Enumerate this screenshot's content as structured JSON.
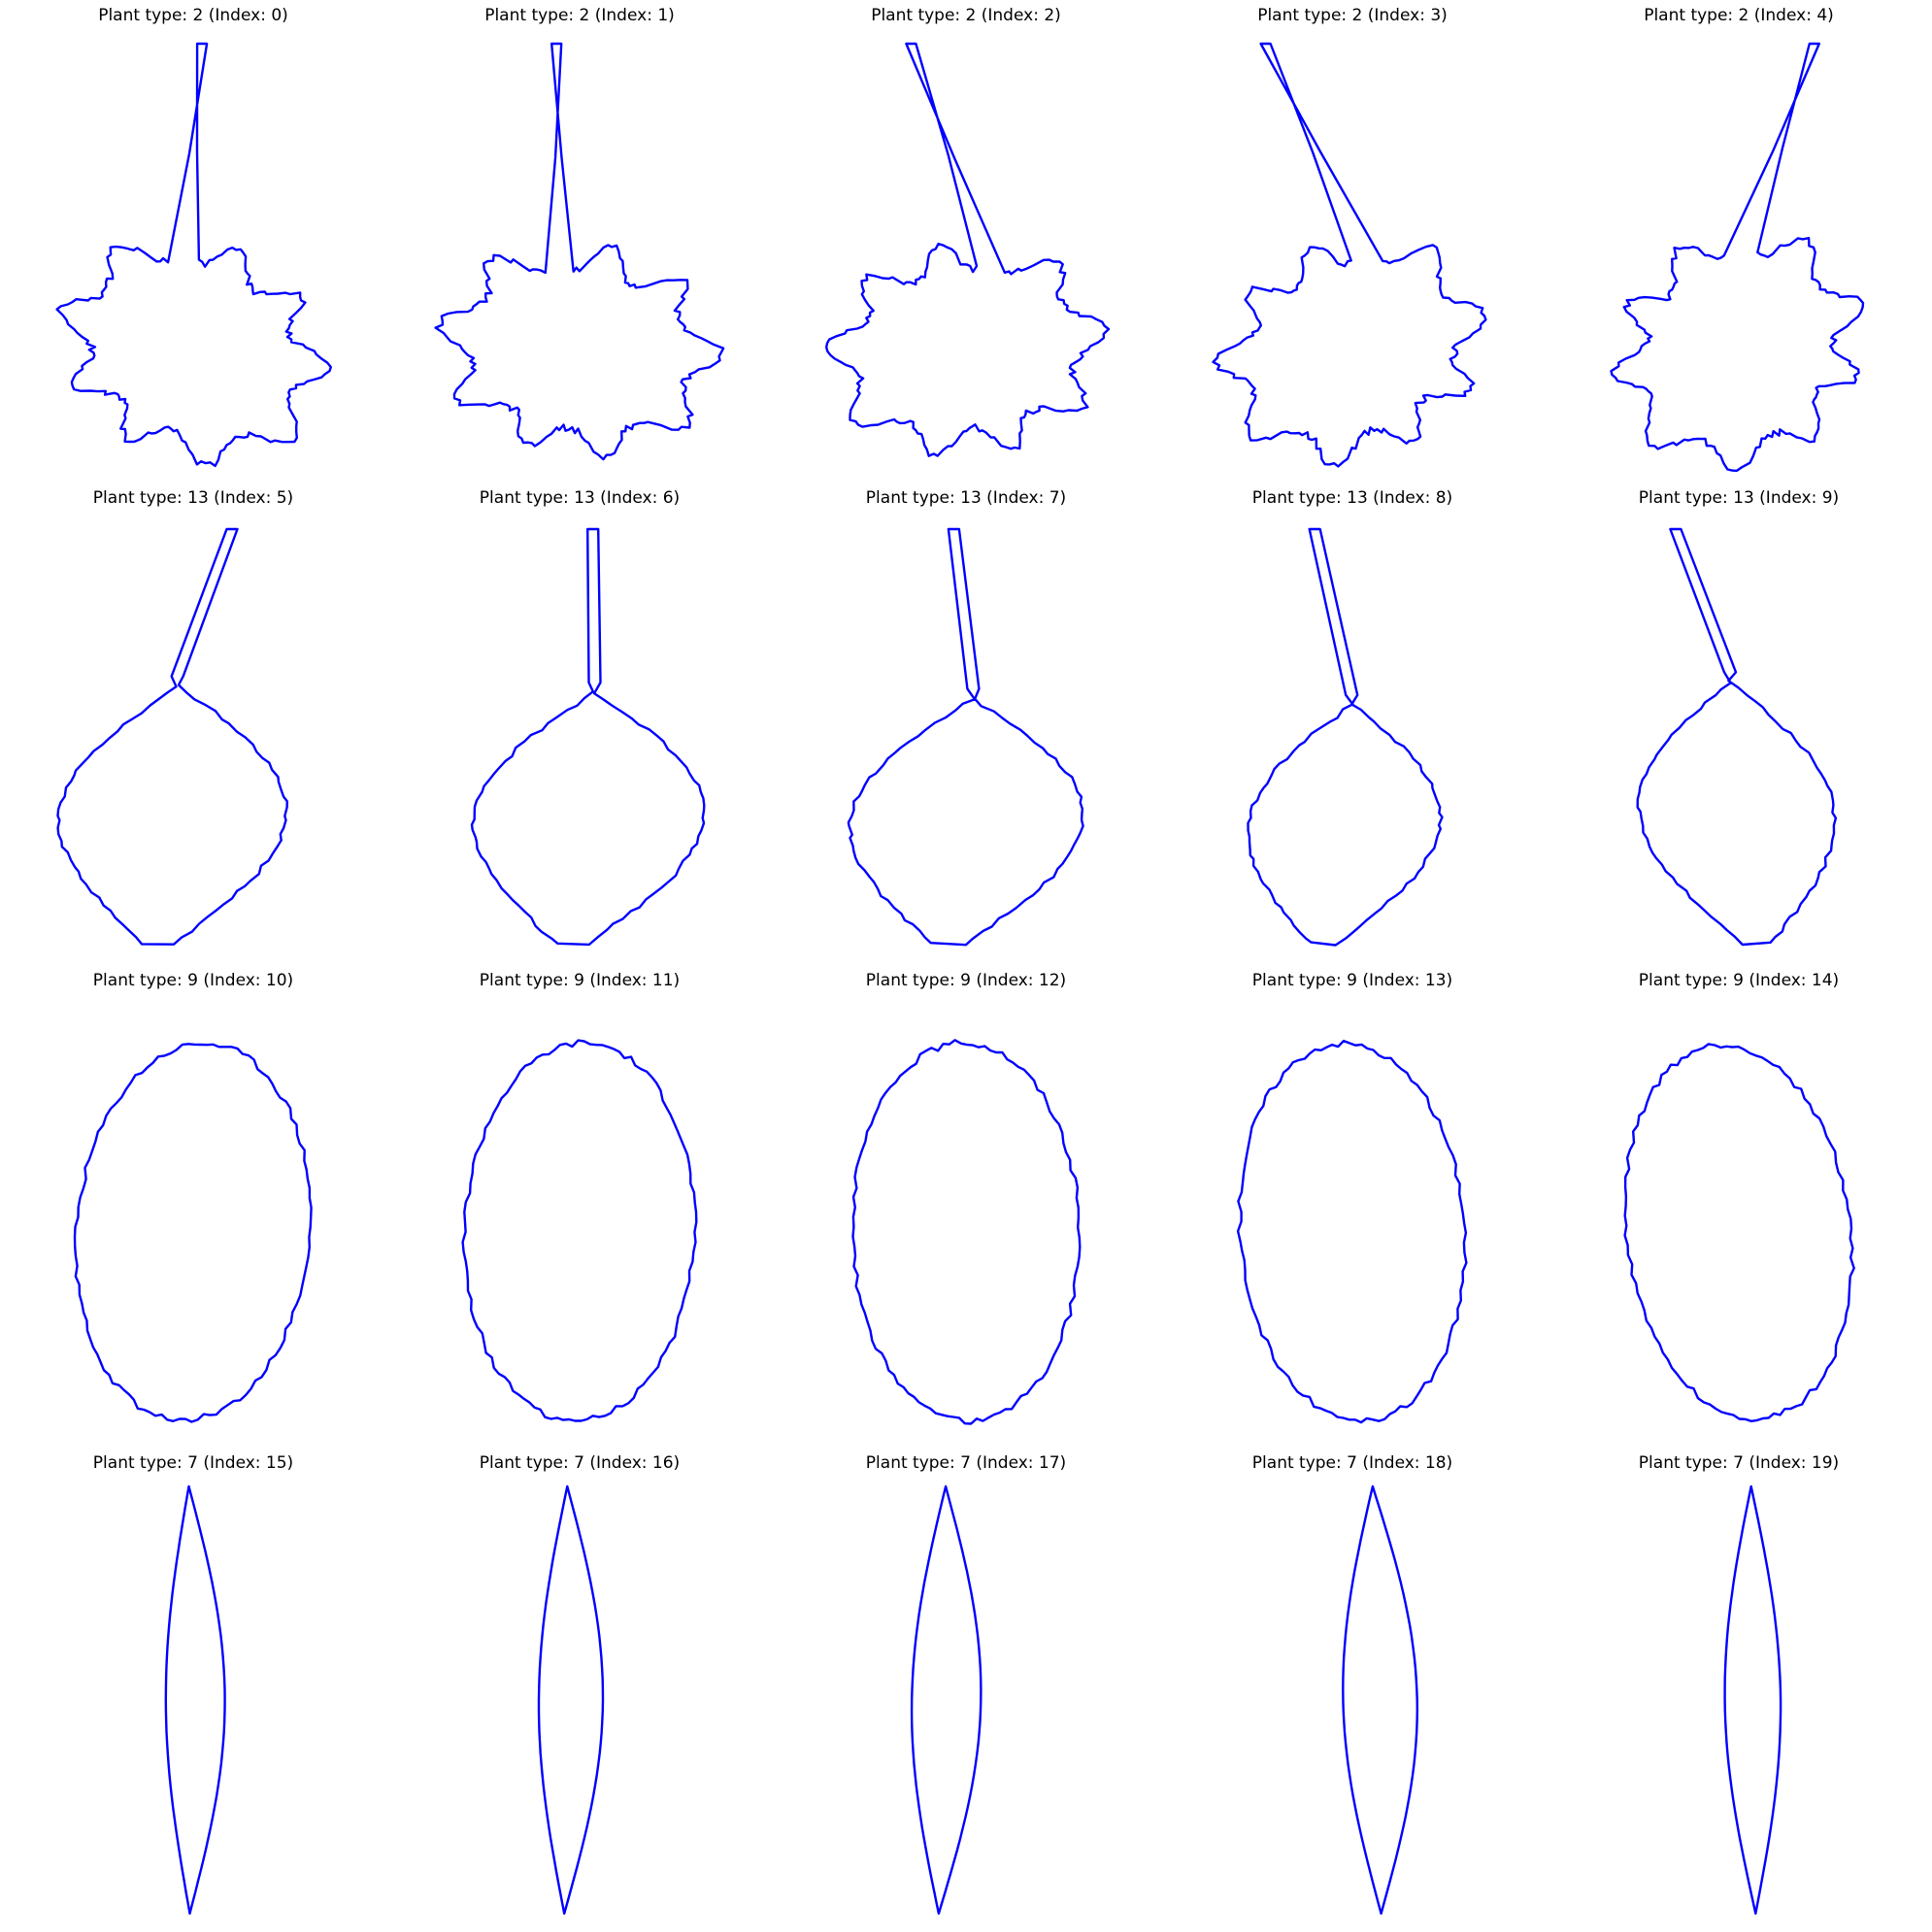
{
  "figure": {
    "outline_color": "#0000ff",
    "panels": [
      {
        "title": "Plant type: 2 (Index: 0)",
        "plant_type": 2,
        "index": 0,
        "shape": "palmate-lobed"
      },
      {
        "title": "Plant type: 2 (Index: 1)",
        "plant_type": 2,
        "index": 1,
        "shape": "palmate-lobed"
      },
      {
        "title": "Plant type: 2 (Index: 2)",
        "plant_type": 2,
        "index": 2,
        "shape": "palmate-lobed"
      },
      {
        "title": "Plant type: 2 (Index: 3)",
        "plant_type": 2,
        "index": 3,
        "shape": "palmate-lobed"
      },
      {
        "title": "Plant type: 2 (Index: 4)",
        "plant_type": 2,
        "index": 4,
        "shape": "palmate-lobed"
      },
      {
        "title": "Plant type: 13 (Index: 5)",
        "plant_type": 13,
        "index": 5,
        "shape": "heart-ovate-with-long-petiole"
      },
      {
        "title": "Plant type: 13 (Index: 6)",
        "plant_type": 13,
        "index": 6,
        "shape": "heart-ovate-with-long-petiole"
      },
      {
        "title": "Plant type: 13 (Index: 7)",
        "plant_type": 13,
        "index": 7,
        "shape": "heart-ovate-with-long-petiole"
      },
      {
        "title": "Plant type: 13 (Index: 8)",
        "plant_type": 13,
        "index": 8,
        "shape": "heart-ovate-with-long-petiole"
      },
      {
        "title": "Plant type: 13 (Index: 9)",
        "plant_type": 13,
        "index": 9,
        "shape": "heart-ovate-with-long-petiole"
      },
      {
        "title": "Plant type: 9 (Index: 10)",
        "plant_type": 9,
        "index": 10,
        "shape": "oval-serrated"
      },
      {
        "title": "Plant type: 9 (Index: 11)",
        "plant_type": 9,
        "index": 11,
        "shape": "oval-serrated"
      },
      {
        "title": "Plant type: 9 (Index: 12)",
        "plant_type": 9,
        "index": 12,
        "shape": "oval-serrated"
      },
      {
        "title": "Plant type: 9 (Index: 13)",
        "plant_type": 9,
        "index": 13,
        "shape": "oval-serrated"
      },
      {
        "title": "Plant type: 9 (Index: 14)",
        "plant_type": 9,
        "index": 14,
        "shape": "oval-serrated"
      },
      {
        "title": "Plant type: 7 (Index: 15)",
        "plant_type": 7,
        "index": 15,
        "shape": "narrow-lanceolate"
      },
      {
        "title": "Plant type: 7 (Index: 16)",
        "plant_type": 7,
        "index": 16,
        "shape": "narrow-lanceolate"
      },
      {
        "title": "Plant type: 7 (Index: 17)",
        "plant_type": 7,
        "index": 17,
        "shape": "narrow-lanceolate"
      },
      {
        "title": "Plant type: 7 (Index: 18)",
        "plant_type": 7,
        "index": 18,
        "shape": "narrow-lanceolate"
      },
      {
        "title": "Plant type: 7 (Index: 19)",
        "plant_type": 7,
        "index": 19,
        "shape": "narrow-lanceolate"
      }
    ]
  }
}
